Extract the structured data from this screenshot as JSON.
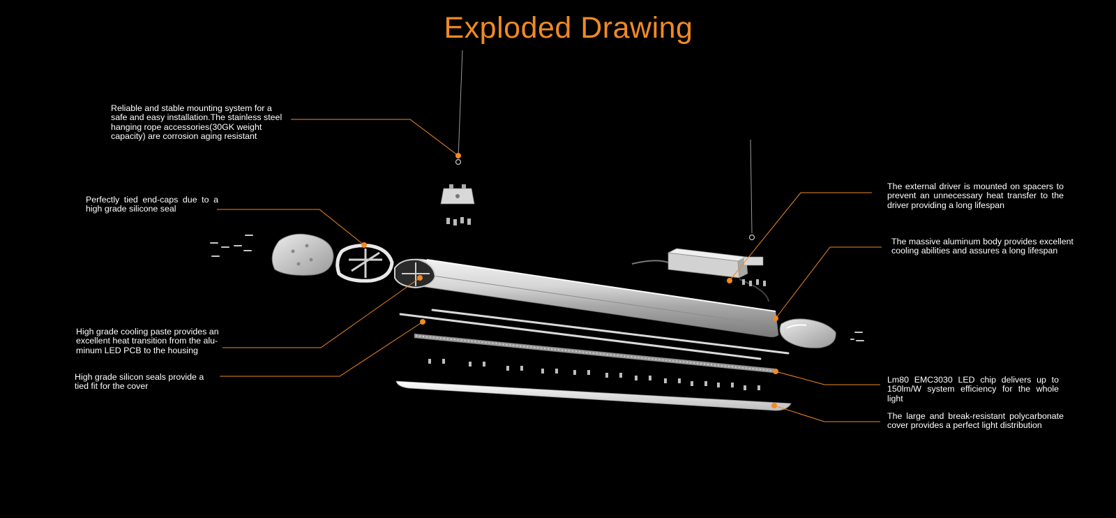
{
  "title": "Exploded Drawing",
  "colors": {
    "background": "#000000",
    "accent": "#f08a24",
    "text": "#ffffff",
    "metal": "#c8c8c8"
  },
  "callouts": {
    "mounting": "Reliable and stable mounting system for a safe and easy installation.The stainless steel hanging rope accessories(30GK weight capacity) are corrosion aging resistant",
    "endcaps": "Perfectly tied end-caps due to a high grade silicone seal",
    "paste": "High grade cooling paste provides an excellent heat transition from the alu-minum LED PCB to the housing",
    "seals": "High grade silicon seals provide a tied fit for the cover",
    "driver": "The external driver is mounted on spacers to prevent an unnecessary heat transfer to the driver providing a long lifespan",
    "body": "The massive aluminum body provides excellent cooling abilities and assures a long lifespan",
    "chip": "Lm80 EMC3030 LED chip delivers up to 150lm/W system efficiency for the whole light",
    "cover": "The large and break-resistant polycarbonate cover provides a perfect light distribution"
  }
}
